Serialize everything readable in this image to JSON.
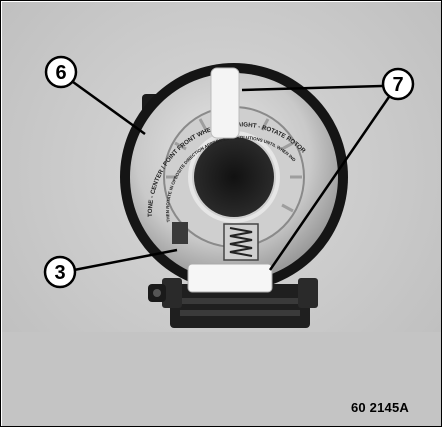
{
  "figure": {
    "id": "60 2145A",
    "callouts": [
      {
        "label": "6"
      },
      {
        "label": "7"
      },
      {
        "label": "3"
      }
    ],
    "decal_text": {
      "line1": "TONE - CENTER / POINT FRONT WHEELS STRAIGHT - ROTATE ROTOR CLOCKWISE UNTIL - STO",
      "line2": "THEN ROTATE IN OPPOSITE DIRECTION APPROX 2.5 REVOLUTIONS UNTIL WHEN INDEX APPEARS IN UPPER WINDOW OF ROTOR"
    }
  }
}
